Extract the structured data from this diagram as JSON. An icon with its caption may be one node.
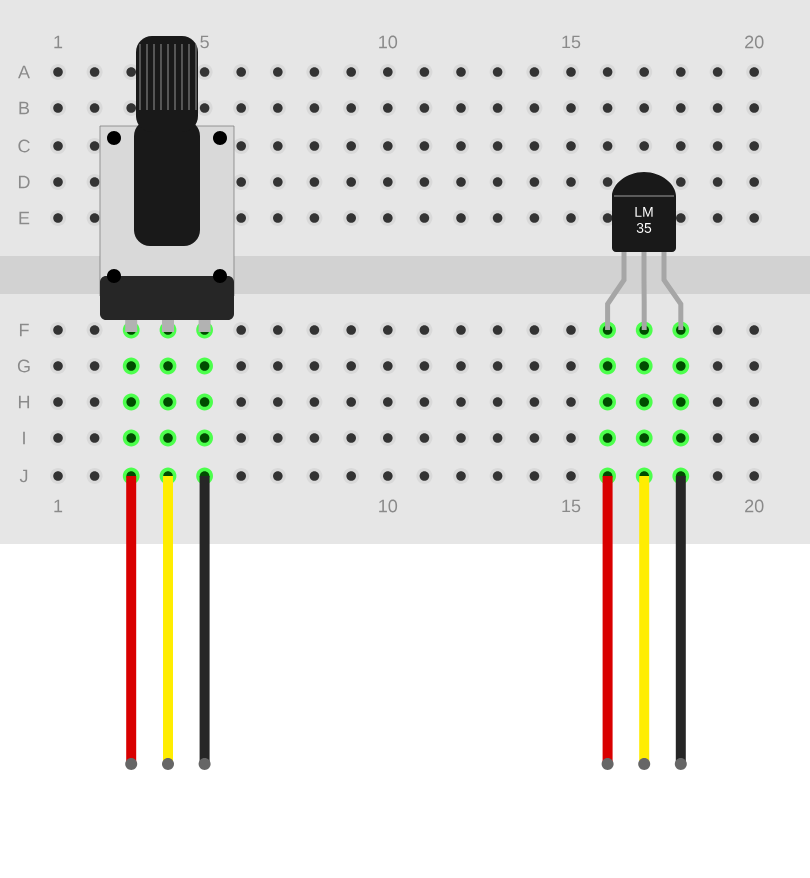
{
  "diagram": {
    "labels": [
      "1",
      "5",
      "10",
      "15",
      "20",
      "A",
      "B",
      "C",
      "D",
      "E",
      "LM 35",
      "F",
      "G",
      "H",
      "I",
      "J",
      "1",
      "10",
      "15",
      "20"
    ]
  }
}
